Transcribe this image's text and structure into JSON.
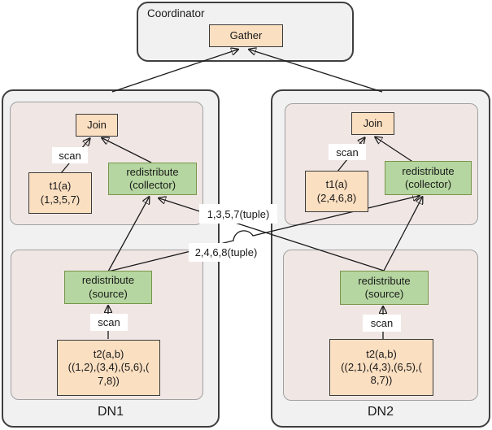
{
  "coordinator": {
    "title": "Coordinator",
    "gather": "Gather"
  },
  "scan_label": "scan",
  "edge_labels": {
    "tuple_to_dn1": "1,3,5,7(tuple)",
    "tuple_to_dn2": "2,4,6,8(tuple)"
  },
  "dn1": {
    "title": "DN1",
    "join": "Join",
    "t1": [
      "t1(a)",
      "(1,3,5,7)"
    ],
    "collector": [
      "redistribute",
      "(collector)"
    ],
    "source": [
      "redistribute",
      "(source)"
    ],
    "t2": [
      "t2(a,b)",
      "((1,2),(3,4),(5,6),(",
      "7,8))"
    ]
  },
  "dn2": {
    "title": "DN2",
    "join": "Join",
    "t1": [
      "t1(a)",
      "(2,4,6,8)"
    ],
    "collector": [
      "redistribute",
      "(collector)"
    ],
    "source": [
      "redistribute",
      "(source)"
    ],
    "t2": [
      "t2(a,b)",
      "((2,1),(4,3),(6,5),(",
      "8,7))"
    ]
  },
  "colors": {
    "node_orange": "#fbdfc1",
    "node_green": "#b5d6a0",
    "container_gray": "#f1f1f1",
    "inner_pink": "#f0e7e5",
    "border_dark": "#3f3f3f",
    "edge_black": "#1a1a1a"
  }
}
